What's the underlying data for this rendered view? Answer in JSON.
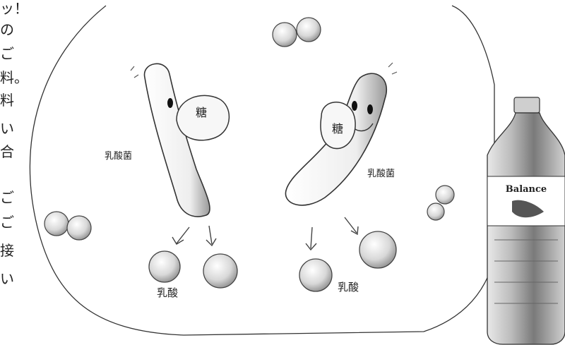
{
  "margin_text": [
    "ッ！",
    "の",
    "ご",
    "料。",
    "料",
    "い",
    "合",
    "ご",
    "ご",
    "接",
    "い"
  ],
  "labels": {
    "sugar_left": "糖",
    "sugar_right": "糖",
    "bacteria_left": "乳酸菌",
    "bacteria_right": "乳酸菌",
    "acid_left": "乳酸",
    "acid_right": "乳酸"
  },
  "bottle": {
    "brand": "Balance"
  },
  "colors": {
    "ink": "#222222",
    "paper": "#ffffff",
    "shade": "#9a9a9a"
  }
}
